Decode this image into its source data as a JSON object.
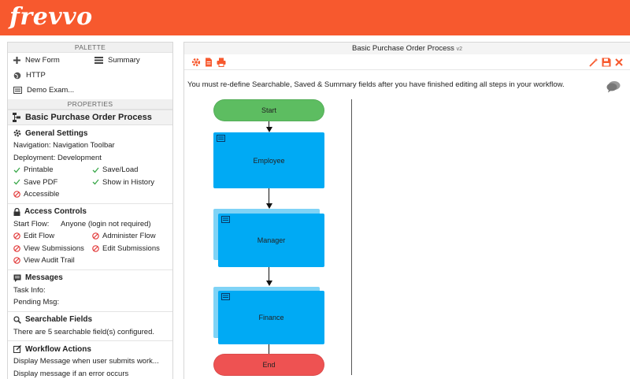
{
  "app": {
    "logo": "frevvo",
    "brand_color": "#f7592e"
  },
  "palette": {
    "header": "PALETTE",
    "new_form": "New Form",
    "summary": "Summary",
    "http": "HTTP",
    "demo": "Demo Exam..."
  },
  "properties": {
    "header": "PROPERTIES",
    "flow_name": "Basic Purchase Order Process",
    "general": {
      "title": "General Settings",
      "navigation": "Navigation: Navigation Toolbar",
      "deployment": "Deployment: Development",
      "printable": "Printable",
      "save_load": "Save/Load",
      "save_pdf": "Save PDF",
      "show_history": "Show in History",
      "accessible": "Accessible"
    },
    "access": {
      "title": "Access Controls",
      "start_flow_label": "Start Flow:",
      "start_flow_value": "Anyone (login not required)",
      "edit_flow": "Edit Flow",
      "administer_flow": "Administer Flow",
      "view_submissions": "View Submissions",
      "edit_submissions": "Edit Submissions",
      "view_audit": "View Audit Trail"
    },
    "messages": {
      "title": "Messages",
      "task_info": "Task Info:",
      "pending_msg": "Pending Msg:"
    },
    "searchable": {
      "title": "Searchable Fields",
      "text": "There are 5 searchable field(s) configured."
    },
    "workflow_actions": {
      "title": "Workflow Actions",
      "line1": "Display Message when user submits work...",
      "line2": "Display message if an error occurs"
    }
  },
  "canvas": {
    "title": "Basic Purchase Order Process",
    "version": "v2",
    "notice": "You must re-define Searchable, Saved & Summary fields after you have finished editing all steps in your workflow.",
    "nodes": {
      "start": "Start",
      "employee": "Employee",
      "manager": "Manager",
      "finance": "Finance",
      "end": "End"
    }
  }
}
